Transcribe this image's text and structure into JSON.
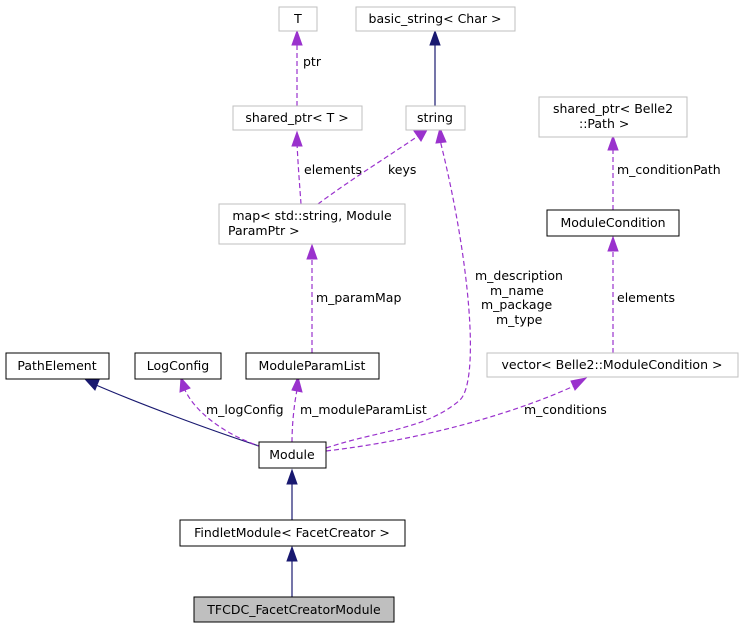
{
  "colors": {
    "inheritance": "#191970",
    "usage": "#9a32cd",
    "external_border": "#bfbfbf",
    "documented_border": "#000000",
    "highlight_fill": "#bfbfbf"
  },
  "nodes": {
    "T": "T",
    "basic_string": "basic_string< Char >",
    "shared_ptr_T": "shared_ptr< T >",
    "string": "string",
    "shared_ptr_path_1": "shared_ptr< Belle2",
    "shared_ptr_path_2": "::Path >",
    "map_1": "map< std::string, Module",
    "map_2": "ParamPtr >",
    "module_condition": "ModuleCondition",
    "path_element": "PathElement",
    "log_config": "LogConfig",
    "module_param_list": "ModuleParamList",
    "vector_condition": "vector< Belle2::ModuleCondition >",
    "module": "Module",
    "findlet_module": "FindletModule< FacetCreator >",
    "tfcdc_module": "TFCDC_FacetCreatorModule"
  },
  "edge_labels": {
    "ptr": "ptr",
    "elements_map": "elements",
    "keys": "keys",
    "m_condition_path": "m_conditionPath",
    "m_description": "m_description",
    "m_name": "m_name",
    "m_package": "m_package",
    "m_type": "m_type",
    "elements_vector": "elements",
    "m_param_map": "m_paramMap",
    "m_log_config": "m_logConfig",
    "m_module_param_list": "m_moduleParamList",
    "m_conditions": "m_conditions"
  }
}
